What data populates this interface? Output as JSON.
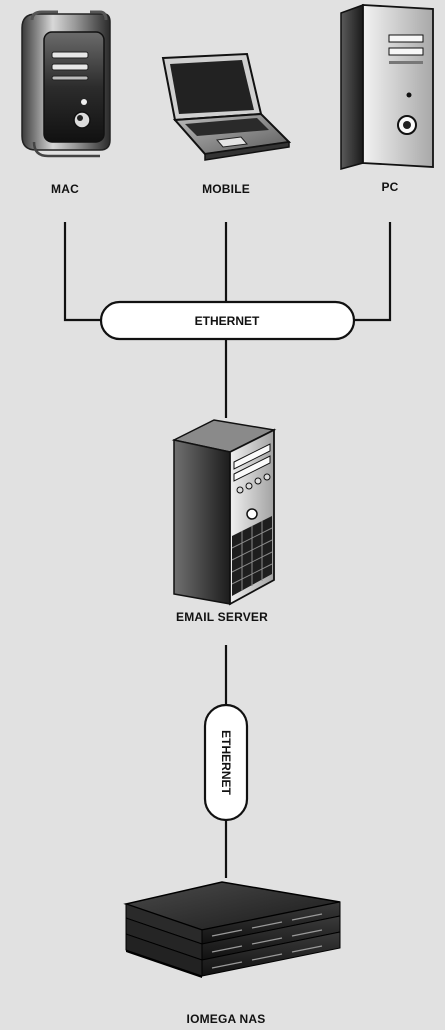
{
  "diagram": {
    "nodes": {
      "mac": {
        "label": "MAC",
        "icon": "mac-pro-tower-icon"
      },
      "mobile": {
        "label": "MOBILE",
        "icon": "laptop-icon"
      },
      "pc": {
        "label": "PC",
        "icon": "pc-tower-icon"
      },
      "email_server": {
        "label": "EMAIL SERVER",
        "icon": "server-tower-icon"
      },
      "nas": {
        "label": "IOMEGA NAS",
        "icon": "rack-nas-icon"
      }
    },
    "links": {
      "ethernet_top": {
        "label": "ETHERNET"
      },
      "ethernet_bottom": {
        "label": "ETHERNET"
      }
    },
    "colors": {
      "background": "#e1e1e1",
      "line": "#111111",
      "pill_fill": "#ffffff"
    }
  }
}
